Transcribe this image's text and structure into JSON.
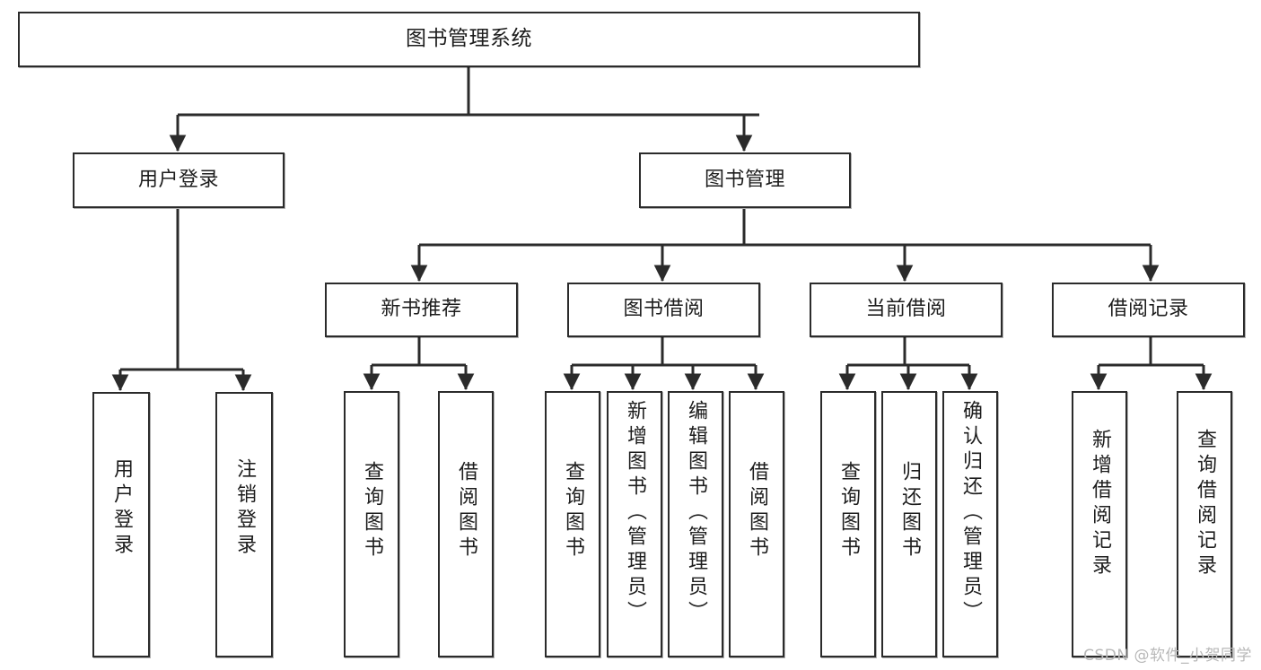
{
  "diagram": {
    "title": "图书管理系统",
    "type": "tree",
    "watermark": "CSDN @软件_小贺同学",
    "colors": {
      "box_border": "#2b2b2b",
      "box_fill": "#ffffff",
      "edge": "#2b2b2b",
      "watermark": "#b8b8b8",
      "background": "#ffffff"
    },
    "levels": {
      "level1": [
        "图书管理系统"
      ],
      "level2": [
        "用户登录",
        "图书管理"
      ],
      "level3": [
        "新书推荐",
        "图书借阅",
        "当前借阅",
        "借阅记录"
      ],
      "level4": [
        "用户登录",
        "注销登录",
        "查询图书",
        "借阅图书",
        "查询图书",
        "新增图书（管理员）",
        "编辑图书（管理员）",
        "借阅图书",
        "查询图书",
        "归还图书",
        "确认归还（管理员）",
        "新增借阅记录",
        "查询借阅记录"
      ]
    },
    "nodes": {
      "root": {
        "label": "图书管理系统"
      },
      "user_login": {
        "label": "用户登录"
      },
      "book_manage": {
        "label": "图书管理"
      },
      "new_book_rec": {
        "label": "新书推荐"
      },
      "book_borrow": {
        "label": "图书借阅"
      },
      "current_borrow": {
        "label": "当前借阅"
      },
      "borrow_record": {
        "label": "借阅记录"
      },
      "leaf_user_login": {
        "label": "用户登录"
      },
      "leaf_logout": {
        "label": "注销登录"
      },
      "leaf_query_book_a": {
        "label": "查询图书"
      },
      "leaf_borrow_book_a": {
        "label": "借阅图书"
      },
      "leaf_query_book_b": {
        "label": "查询图书"
      },
      "leaf_add_book": {
        "label": "新增图书（管理员）"
      },
      "leaf_edit_book": {
        "label": "编辑图书（管理员）"
      },
      "leaf_borrow_book_b": {
        "label": "借阅图书"
      },
      "leaf_query_book_c": {
        "label": "查询图书"
      },
      "leaf_return_book": {
        "label": "归还图书"
      },
      "leaf_confirm_return": {
        "label": "确认归还（管理员）"
      },
      "leaf_add_record": {
        "label": "新增借阅记录"
      },
      "leaf_query_record": {
        "label": "查询借阅记录"
      }
    },
    "edges": [
      {
        "from": "图书管理系统",
        "to": "用户登录"
      },
      {
        "from": "图书管理系统",
        "to": "图书管理"
      },
      {
        "from": "用户登录",
        "to": "用户登录"
      },
      {
        "from": "用户登录",
        "to": "注销登录"
      },
      {
        "from": "图书管理",
        "to": "新书推荐"
      },
      {
        "from": "图书管理",
        "to": "图书借阅"
      },
      {
        "from": "图书管理",
        "to": "当前借阅"
      },
      {
        "from": "图书管理",
        "to": "借阅记录"
      },
      {
        "from": "新书推荐",
        "to": "查询图书"
      },
      {
        "from": "新书推荐",
        "to": "借阅图书"
      },
      {
        "from": "图书借阅",
        "to": "查询图书"
      },
      {
        "from": "图书借阅",
        "to": "新增图书（管理员）"
      },
      {
        "from": "图书借阅",
        "to": "编辑图书（管理员）"
      },
      {
        "from": "图书借阅",
        "to": "借阅图书"
      },
      {
        "from": "当前借阅",
        "to": "查询图书"
      },
      {
        "from": "当前借阅",
        "to": "归还图书"
      },
      {
        "from": "当前借阅",
        "to": "确认归还（管理员）"
      },
      {
        "from": "借阅记录",
        "to": "新增借阅记录"
      },
      {
        "from": "借阅记录",
        "to": "查询借阅记录"
      }
    ]
  }
}
